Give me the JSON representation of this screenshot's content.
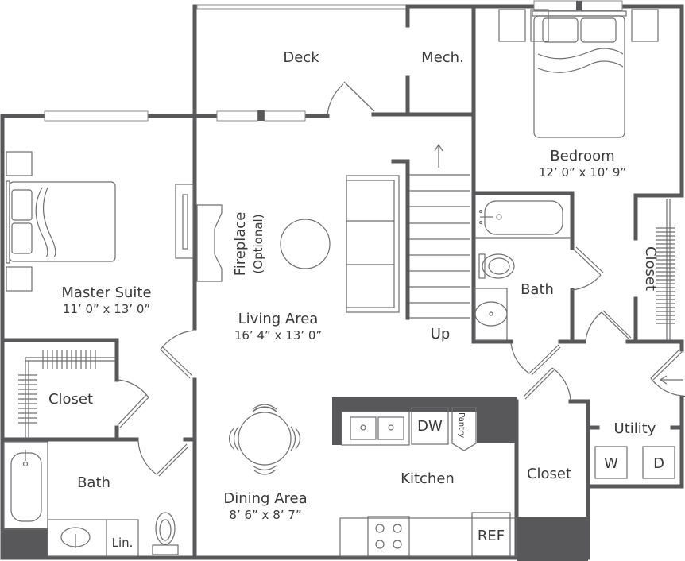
{
  "floorplan": {
    "wall_color": "#58585a",
    "rooms": {
      "deck": {
        "name": "Deck"
      },
      "mech": {
        "name": "Mech."
      },
      "bedroom": {
        "name": "Bedroom",
        "size": "12’ 0” x 10’ 9”"
      },
      "master_suite": {
        "name": "Master Suite",
        "size": "11’ 0” x 13’ 0”"
      },
      "living_area": {
        "name": "Living Area",
        "size": "16’ 4” x 13’ 0”"
      },
      "fireplace": {
        "name": "Fireplace",
        "note": "(Optional)"
      },
      "bath_bedroom": {
        "name": "Bath"
      },
      "closet_bedroom": {
        "name": "Closet"
      },
      "stairs": {
        "name": "Up"
      },
      "closet_master": {
        "name": "Closet"
      },
      "bath_master": {
        "name": "Bath"
      },
      "linen": {
        "name": "Lin."
      },
      "dining_area": {
        "name": "Dining Area",
        "size": "8’ 6” x 8’ 7”"
      },
      "kitchen": {
        "name": "Kitchen"
      },
      "pantry": {
        "name": "Pantry"
      },
      "closet_hall": {
        "name": "Closet"
      },
      "utility": {
        "name": "Utility"
      }
    },
    "appliances": {
      "dishwasher": "DW",
      "refrigerator": "REF",
      "washer": "W",
      "dryer": "D"
    }
  }
}
